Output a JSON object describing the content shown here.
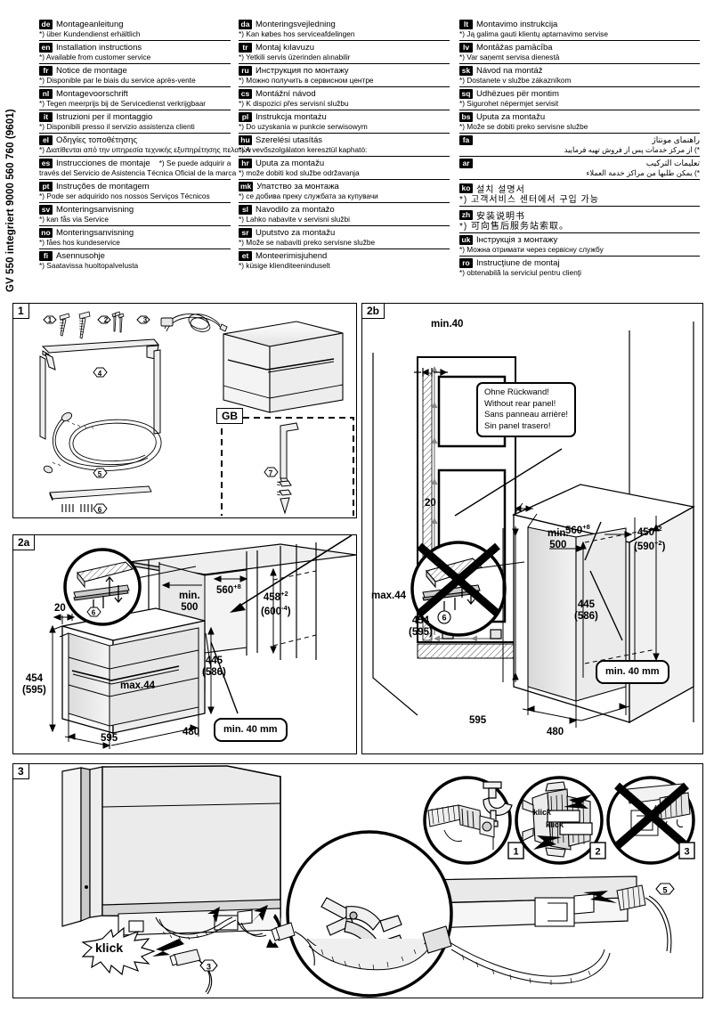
{
  "spine_text": "GV 550 integriert 9000 560 760 (9601)",
  "languages": {
    "column1": [
      {
        "code": "de",
        "title": "Montageanleitung",
        "note": "*) über Kundendienst erhältlich"
      },
      {
        "code": "en",
        "title": "Installation instructions",
        "note": "*) Available from customer service"
      },
      {
        "code": "fr",
        "title": "Notice de montage",
        "note": "*) Disponible par le biais du service après-vente"
      },
      {
        "code": "nl",
        "title": "Montagevoorschrift",
        "note": "*) Tegen meerprijs bij de Servicedienst verkrijgbaar"
      },
      {
        "code": "it",
        "title": "Istruzioni per il montaggio",
        "note": "*) Disponibili presso il servizio assistenza clienti"
      },
      {
        "code": "el",
        "title": "Οδηγίες τοποθέτησης",
        "note": "*) Διατίθενται από την υπηρεσία τεχνικής εξυπηρέτησης πελατών"
      },
      {
        "code": "es",
        "title": "Instrucciones de montaje",
        "note_inline": "*) Se puede adquirir a",
        "note": "través del Servicio de Asistencia Técnica Oficial de la marca"
      },
      {
        "code": "pt",
        "title": "Instruções de montagem",
        "note": "*) Pode ser adquirido nos nossos Serviços Técnicos"
      },
      {
        "code": "sv",
        "title": "Monteringsanvisning",
        "note": "*) kan fås via Service"
      },
      {
        "code": "no",
        "title": "Monteringsanvisning",
        "note": "*) fåes hos kundeservice"
      },
      {
        "code": "fi",
        "title": "Asennusohje",
        "note": "*) Saatavissa huoltopalvelusta"
      }
    ],
    "column2": [
      {
        "code": "da",
        "title": "Monteringsvejledning",
        "note": "*) Kan købes hos serviceafdelingen"
      },
      {
        "code": "tr",
        "title": "Montaj kılavuzu",
        "note": "*) Yetkili servis üzerinden alınabilir"
      },
      {
        "code": "ru",
        "title": "Инструкция по монтажу",
        "note": "*) Можно получить в сервисном центре"
      },
      {
        "code": "cs",
        "title": "Montážní návod",
        "note": "*) K dispozici přes servisní službu"
      },
      {
        "code": "pl",
        "title": "Instrukcja montażu",
        "note": "*) Do uzyskania w punkcie serwisowym"
      },
      {
        "code": "hu",
        "title": "Szerelési utasítás",
        "note": "*) A vevőszolgálaton keresztül kapható:"
      },
      {
        "code": "hr",
        "title": "Uputa za montažu",
        "note": "*) može dobiti kod službe održavanja"
      },
      {
        "code": "mk",
        "title": "Упатство за монтажа",
        "note": "*) се добива преку службата за купувачи"
      },
      {
        "code": "sl",
        "title": "Navodilo za montažo",
        "note": "*) Lahko nabavite v servisni službi"
      },
      {
        "code": "sr",
        "title": "Uputstvo za montažu",
        "note": "*) Može se nabaviti preko servisne službe"
      },
      {
        "code": "et",
        "title": "Monteerimisjuhend",
        "note": "*) küsige klienditeeninduselt"
      }
    ],
    "column3": [
      {
        "code": "lt",
        "title": "Montavimo instrukcija",
        "note": "*) Ją galima gauti klientų aptarnavimo servise"
      },
      {
        "code": "lv",
        "title": "Montāžas pamācība",
        "note": "*) Var saņemt servisa dienestā"
      },
      {
        "code": "sk",
        "title": "Návod na montáž",
        "note": "*) Dostanete v službe zákazníkom"
      },
      {
        "code": "sq",
        "title": "Udhëzues për montim",
        "note": "*) Sigurohet nëpermjet servisit"
      },
      {
        "code": "bs",
        "title": "Uputa za montažu",
        "note": "*) Može se dobiti preko servisne službe"
      },
      {
        "code": "fa",
        "title": "راهنمای مونتاژ",
        "note": "*) از مرکز خدمات پس از فروش تهیه فرمایید",
        "rtl": true
      },
      {
        "code": "ar",
        "title": "تعليمات التركيب",
        "note": "*) يمكن طلبها من مراكز خدمة العملاء",
        "rtl": true
      },
      {
        "code": "ko",
        "title": "설치 설명서",
        "note": "*) 고객서비스 센터에서 구입 가능"
      },
      {
        "code": "zh",
        "title": "安装说明书",
        "note": "*) 可向售后服务站索取。"
      },
      {
        "code": "uk",
        "title": "Інструкція з монтажу",
        "note": "*) Можна отримати через сервісну службу"
      },
      {
        "code": "ro",
        "title": "Instrucţiune de montaj",
        "note": "*) obtenabilă la serviciul pentru clienţi"
      }
    ]
  },
  "panels": {
    "p1": {
      "number": "1",
      "gb_tag": "GB",
      "part_labels": [
        "1",
        "2",
        "3",
        "4",
        "5",
        "6",
        "7"
      ]
    },
    "p2b": {
      "number": "2b",
      "min40_top": "min.40",
      "bubble_lines": [
        "Ohne Rückwand!",
        "Without rear panel!",
        "Sans panneau arrière!",
        "Sin panel trasero!"
      ],
      "dims": {
        "d560": "560",
        "d560_sup": "+8",
        "d450": "450",
        "d450_sup": "+2",
        "d590": "(590",
        "d590_sup": "+2",
        "d590_close": ")",
        "min500_l1": "min.",
        "min500_l2": "500",
        "d445": "445",
        "d586": "(586)",
        "d454": "454",
        "d595p": "(595)",
        "d480": "480",
        "d595": "595",
        "d20": "20",
        "max44": "max.44"
      },
      "bubble_min40": "min. 40 mm",
      "part_label_6": "6"
    },
    "p2a": {
      "number": "2a",
      "dims": {
        "d560": "560",
        "d560_sup": "+8",
        "d458": "458",
        "d458_sup": "+2",
        "d600": "(600",
        "d600_sup": "-4",
        "d600_close": ")",
        "min500_l1": "min.",
        "min500_l2": "500",
        "d445": "445",
        "d586": "(586)",
        "d454": "454",
        "d595p": "(595)",
        "d480": "480",
        "d595": "595",
        "d20": "20",
        "max44": "max.44"
      },
      "bubble_min40": "min. 40 mm",
      "part_label_6": "6"
    },
    "p3": {
      "number": "3",
      "klick_main": "klick",
      "klick_detail_1": "klick",
      "klick_detail_2": "klick",
      "detail_numbers": [
        "1",
        "2",
        "3"
      ],
      "part_label_3": "3",
      "part_label_5": "5"
    }
  }
}
